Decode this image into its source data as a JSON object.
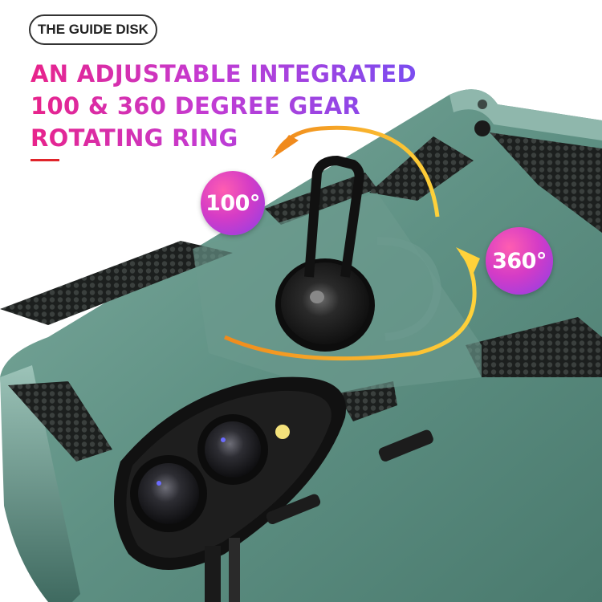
{
  "tag": {
    "label": "THE GUIDE DISK"
  },
  "headline": {
    "line1": "AN ADJUSTABLE INTEGRATED",
    "line2": "100 & 360 DEGREE GEAR",
    "line3": "ROTATING RING"
  },
  "badges": {
    "angle_small": "100°",
    "angle_full": "360°"
  },
  "colors": {
    "case_green": "#5b8c80",
    "case_dark": "#2b3b36",
    "ring_black": "#1a1a1a",
    "arrow_orange": "#f5a623",
    "accent_red": "#e0242a"
  }
}
